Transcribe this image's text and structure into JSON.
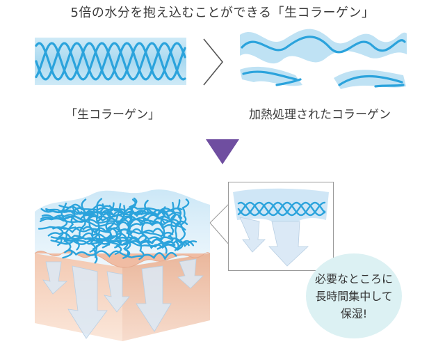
{
  "title": "5倍の水分を抱え込むことができる「生コラーゲン」",
  "labels": {
    "raw_collagen": "「生コラーゲン」",
    "heated_collagen": "加熱処理されたコラーゲン"
  },
  "callout": {
    "lines": [
      "必要なところに",
      "長時間集中して",
      "保湿!"
    ]
  },
  "colors": {
    "collagen_strand": "#2ba3dc",
    "collagen_band": "#b8dff2",
    "down_arrow": "#6f4ea0",
    "skin": "#f2c9b0",
    "callout_bg": "#dcf1f3"
  },
  "icons": [
    "chevron-right-icon",
    "down-triangle-arrow-icon"
  ]
}
